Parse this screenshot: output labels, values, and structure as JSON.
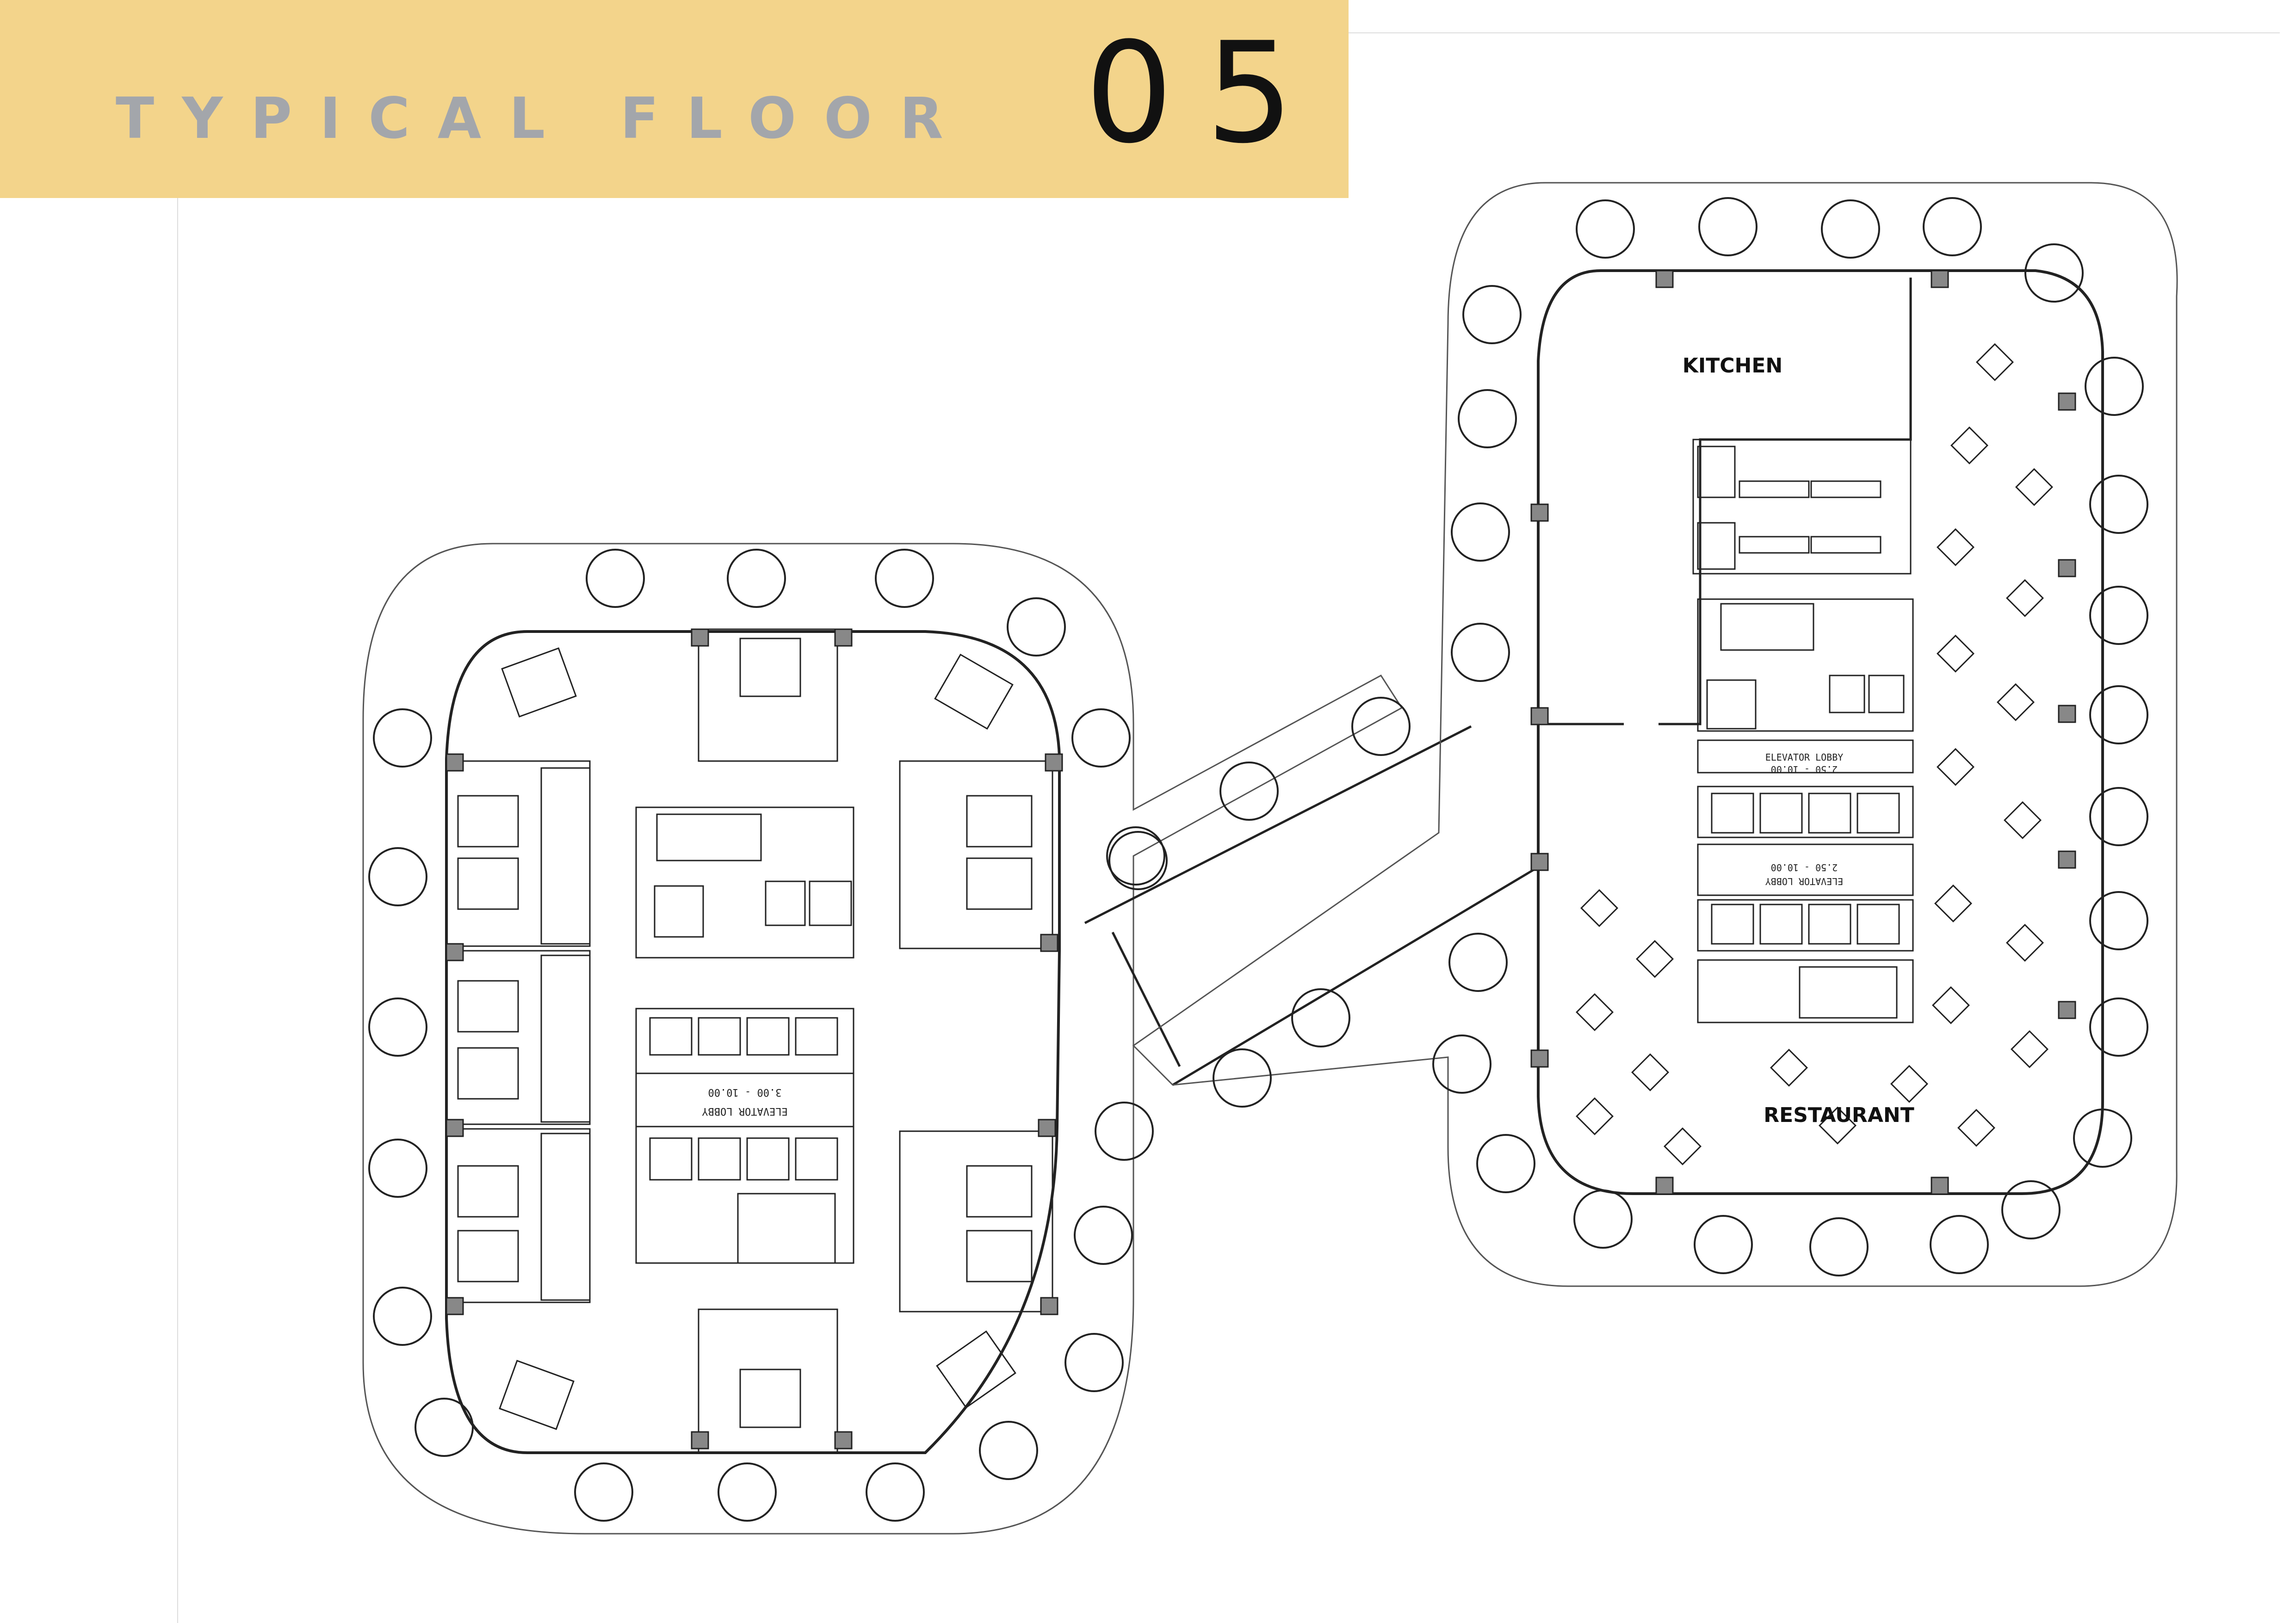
{
  "header": {
    "title": "TYPICAL FLOOR",
    "sheet_number": "05"
  },
  "rooms": {
    "kitchen": "KITCHEN",
    "restaurant": "RESTAURANT"
  },
  "lobbies": {
    "left_lobby_label": "ELEVATOR LOBBY",
    "left_lobby_level": "3.00 - 10.00",
    "right_lobby_top_label": "ELEVATOR LOBBY",
    "right_lobby_top_level": "2.50 - 10.00",
    "right_lobby_bottom_label": "ELEVATOR LOBBY",
    "right_lobby_bottom_level": "2.50 - 10.00"
  },
  "colors": {
    "title_band": "#f3d48b",
    "title_text": "#a3a6ab",
    "line": "#222222"
  }
}
